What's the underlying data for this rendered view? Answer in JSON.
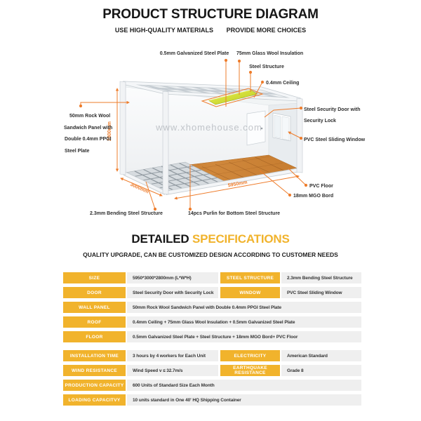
{
  "page": {
    "title": "PRODUCT STRUCTURE DIAGRAM",
    "subtitle_left": "USE HIGH-QUALITY MATERIALS",
    "subtitle_right": "PROVIDE MORE CHOICES"
  },
  "diagram": {
    "watermark": "www.xhomehouse.com",
    "labels": {
      "galvanized": "0.5mm Galvanized Steel Plate",
      "glass_wool": "75mm Glass Wool Insulation",
      "steel_structure": "Steel Structure",
      "ceiling": "0.4mm Ceiling",
      "door_line1": "Steel Security Door with",
      "door_line2": "Security Lock",
      "window": "PVC Steel Sliding Window",
      "pvc_floor": "PVC Floor",
      "mgo": "18mm MGO Bord",
      "bending": "2.3mm Bending Steel Structure",
      "purlin": "14pcs Purlin for Bottom Steel Structure",
      "wall_line1": "50mm Rock Wool",
      "wall_line2": "Sandwich Panel with",
      "wall_line3": "Double 0.4mm PPGI",
      "wall_line4": "Steel Plate",
      "dim_height": "2800mm",
      "dim_width": "3000mm",
      "dim_length": "5950mm"
    }
  },
  "specs": {
    "title_black": "DETAILED ",
    "title_yellow": "SPECIFICATIONS",
    "subtitle": "QUALITY UPGRADE, CAN BE CUSTOMIZED DESIGN ACCORDING TO CUSTOMER NEEDS",
    "rows_top": [
      {
        "l1": "SIZE",
        "v1": "5950*3000*2800mm (L*W*H)",
        "l2": "STEEL STRUCTURE",
        "v2": "2.3mm Bending Steel Structure"
      },
      {
        "l1": "DOOR",
        "v1": "Steel Security Door with Security Lock",
        "l2": "WINDOW",
        "v2": "PVC Steel Sliding Window"
      },
      {
        "l1": "WALL PANEL",
        "v1": "50mm Rock Wool Sandwich Panel with Double 0.4mm PPGI Steel Plate"
      },
      {
        "l1": "ROOF",
        "v1": "0.4mm Ceiling + 75mm Glass Wool Insulation + 0.5mm Galvanized Steel Plate"
      },
      {
        "l1": "FLOOR",
        "v1": "0.5mm Galvanized Steel Plate + Steel Structure + 18mm MGO Bord+ PVC Floor"
      }
    ],
    "rows_bottom": [
      {
        "l1": "INSTALLATION TIME",
        "v1": "3 hours by 4 workers for Each Unit",
        "l2": "ELECTRICITY",
        "v2": "American Standard"
      },
      {
        "l1": "WIND RESISTANCE",
        "v1": "Wind Speed v ≤ 32.7m/s",
        "l2": "EARTHQUAKE RESISTANCE",
        "v2": "Grade 8"
      },
      {
        "l1": "PRODUCTION CAPACITY",
        "v1": "600 Units of Standard Size Each Month"
      },
      {
        "l1": "LOADING CAPACITVY",
        "v1": "10 units standard in One 40' HQ Shipping Container"
      }
    ]
  },
  "colors": {
    "accent_orange": "#EE7C2B",
    "label_yellow": "#F1B32C",
    "wood": "#C87F33",
    "insulation": "#D9E24A"
  }
}
